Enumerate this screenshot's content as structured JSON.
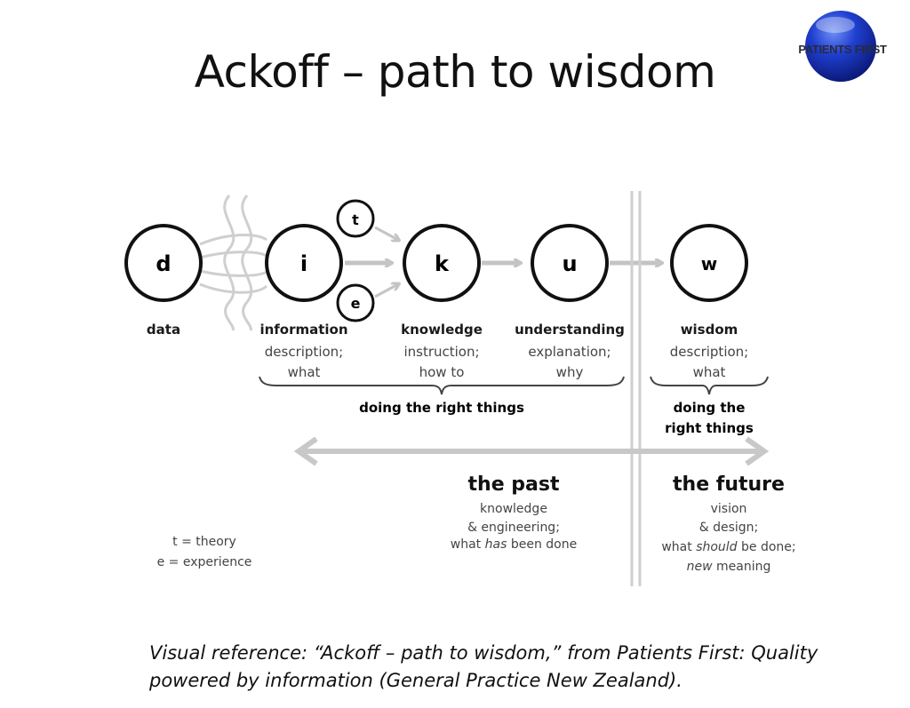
{
  "title": "Ackoff – path to wisdom",
  "logo": {
    "text": "PATIENTS FIRST",
    "color": "#1a3fc4"
  },
  "nodes": [
    {
      "letter": "d",
      "name": "data",
      "desc1": "",
      "desc2": ""
    },
    {
      "letter": "i",
      "name": "information",
      "desc1": "description;",
      "desc2": "what"
    },
    {
      "letter": "k",
      "name": "knowledge",
      "desc1": "instruction;",
      "desc2": "how to"
    },
    {
      "letter": "u",
      "name": "understanding",
      "desc1": "explanation;",
      "desc2": "why"
    },
    {
      "letter": "w",
      "name": "wisdom",
      "desc1": "description;",
      "desc2": "what"
    }
  ],
  "small_nodes": {
    "t": "t",
    "e": "e"
  },
  "brace_left_label": "doing the right things",
  "brace_right_label_1": "doing the",
  "brace_right_label_2": "right things",
  "past": {
    "heading": "the past",
    "line1": "knowledge",
    "line2": "& engineering;",
    "line3_pre": "what ",
    "line3_em": "has",
    "line3_post": " been  done"
  },
  "future": {
    "heading": "the future",
    "line1": "vision",
    "line2": "& design;",
    "line3_pre": "what ",
    "line3_em": "should",
    "line3_post": " be done;",
    "line4_em": "new",
    "line4_post": " meaning"
  },
  "legend": {
    "t": "t = theory",
    "e": "e = experience"
  },
  "caption": "Visual reference: “Ackoff – path to wisdom,” from Patients First: Quality powered by information (General Practice New Zealand)."
}
